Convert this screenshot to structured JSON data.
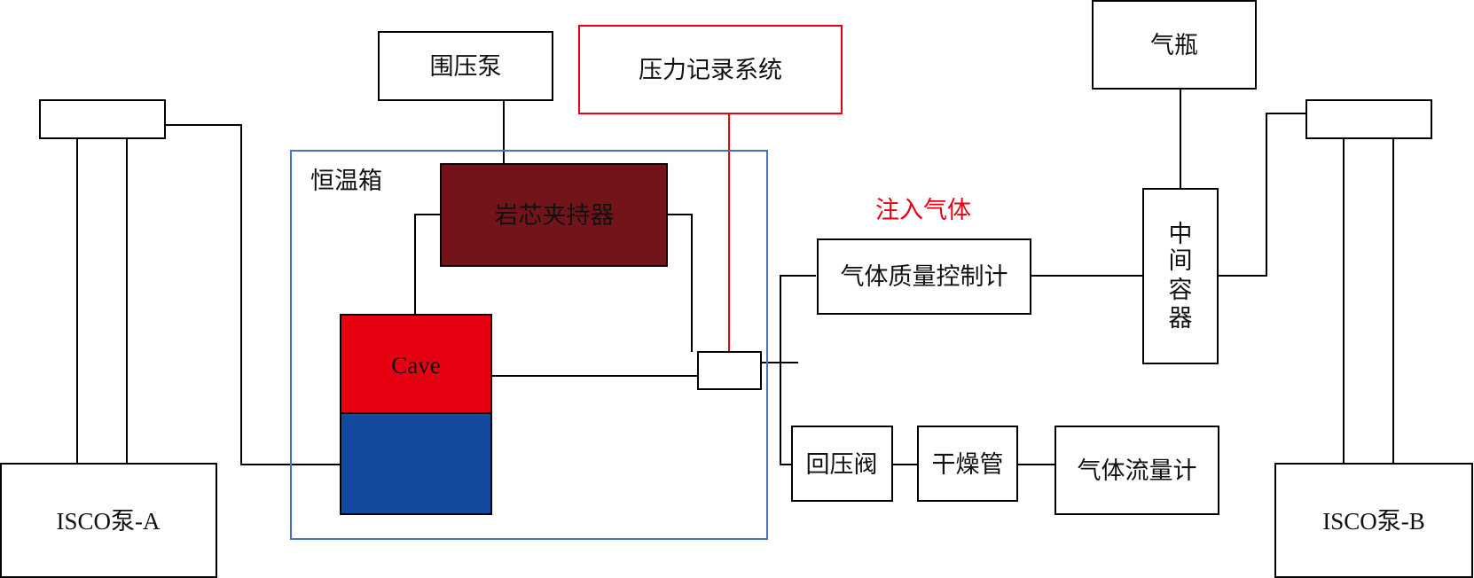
{
  "nodes": {
    "isco_a": {
      "label": "ISCO泵-A"
    },
    "isco_b": {
      "label": "ISCO泵-B"
    },
    "confining_pump": {
      "label": "围压泵"
    },
    "pressure_system": {
      "label": "压力记录系统"
    },
    "incubator": {
      "label": "恒温箱"
    },
    "core_holder": {
      "label": "岩芯夹持器"
    },
    "cave": {
      "label": "Cave"
    },
    "gas_cylinder": {
      "label": "气瓶"
    },
    "intermediate_container": {
      "label": "中间容器",
      "chars": [
        "中",
        "间",
        "容",
        "器"
      ]
    },
    "mass_flow_controller": {
      "label": "气体质量控制计"
    },
    "back_pressure_valve": {
      "label": "回压阀"
    },
    "drying_tube": {
      "label": "干燥管"
    },
    "gas_flowmeter": {
      "label": "气体流量计"
    }
  },
  "annotations": {
    "inject_gas": "注入气体"
  },
  "colors": {
    "core_holder_fill": "#721419",
    "cave_upper_fill": "#E60012",
    "cave_lower_fill": "#134A9F",
    "incubator_border": "#4472C4",
    "pressure_line": "#E60012",
    "inject_gas_text": "#E60012"
  }
}
